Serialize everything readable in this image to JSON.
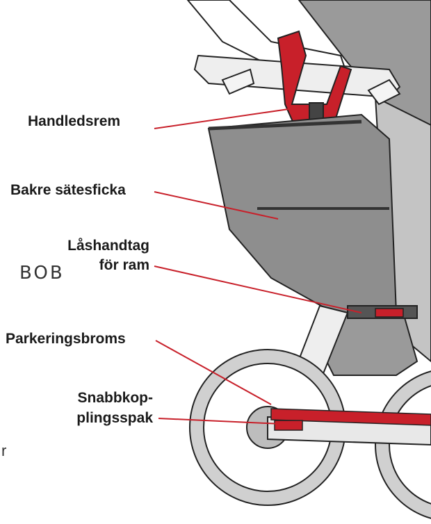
{
  "labels": {
    "wrist_strap": "Handledsrem",
    "rear_seat_pocket": "Bakre sätesficka",
    "frame_lock_handle_line1": "Låshandtag",
    "frame_lock_handle_line2": "för ram",
    "parking_brake": "Parkeringsbroms",
    "quick_release_line1": "Snabbkop-",
    "quick_release_line2": "plingsspak"
  },
  "logo_text": "BOB",
  "edge_fragment": "r",
  "colors": {
    "accent": "#c8202a",
    "frame_gray": "#8e8e8e",
    "outline": "#222222"
  }
}
